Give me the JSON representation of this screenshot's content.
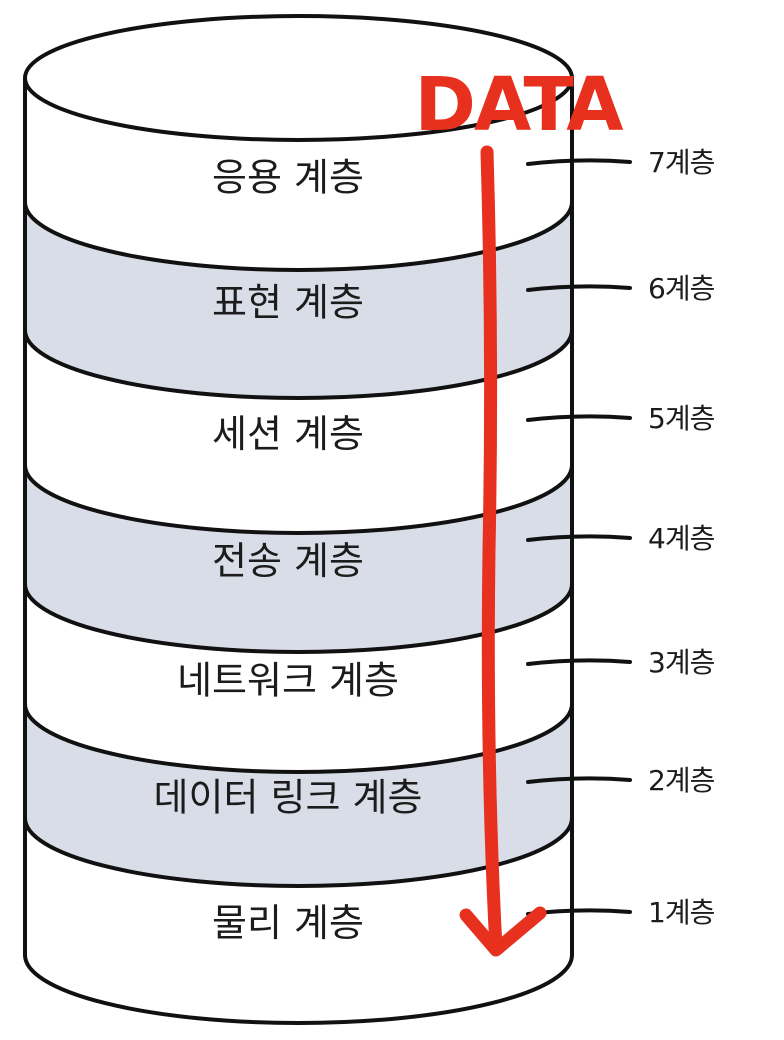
{
  "diagram": {
    "title": "DATA",
    "colors": {
      "band_white": "#ffffff",
      "band_shaded": "#d9dde8",
      "outline": "#111111",
      "arrow": "#e8301f"
    },
    "layers": [
      {
        "name": "응용 계층",
        "level": "7계층",
        "shaded": false
      },
      {
        "name": "표현 계층",
        "level": "6계층",
        "shaded": true
      },
      {
        "name": "세션 계층",
        "level": "5계층",
        "shaded": false
      },
      {
        "name": "전송 계층",
        "level": "4계층",
        "shaded": true
      },
      {
        "name": "네트워크 계층",
        "level": "3계층",
        "shaded": false
      },
      {
        "name": "데이터 링크 계층",
        "level": "2계층",
        "shaded": true
      },
      {
        "name": "물리 계층",
        "level": "1계층",
        "shaded": false
      }
    ],
    "arrow_direction": "down"
  }
}
